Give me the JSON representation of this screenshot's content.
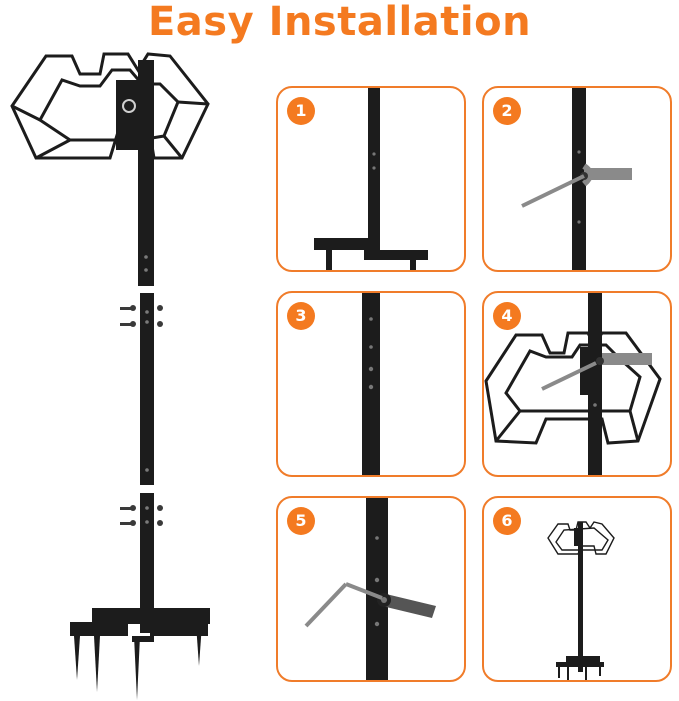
{
  "title": "Easy Installation",
  "colors": {
    "accent": "#f47a20",
    "metal": "#1c1c1c",
    "pin": "#5a5a5a"
  },
  "steps": [
    {
      "number": "1",
      "icon": "base-post-icon"
    },
    {
      "number": "2",
      "icon": "wrench-icon"
    },
    {
      "number": "3",
      "icon": "pole-section-icon"
    },
    {
      "number": "4",
      "icon": "hose-rack-icon"
    },
    {
      "number": "5",
      "icon": "wrench-icon"
    },
    {
      "number": "6",
      "icon": "assembled-stand-icon"
    }
  ]
}
